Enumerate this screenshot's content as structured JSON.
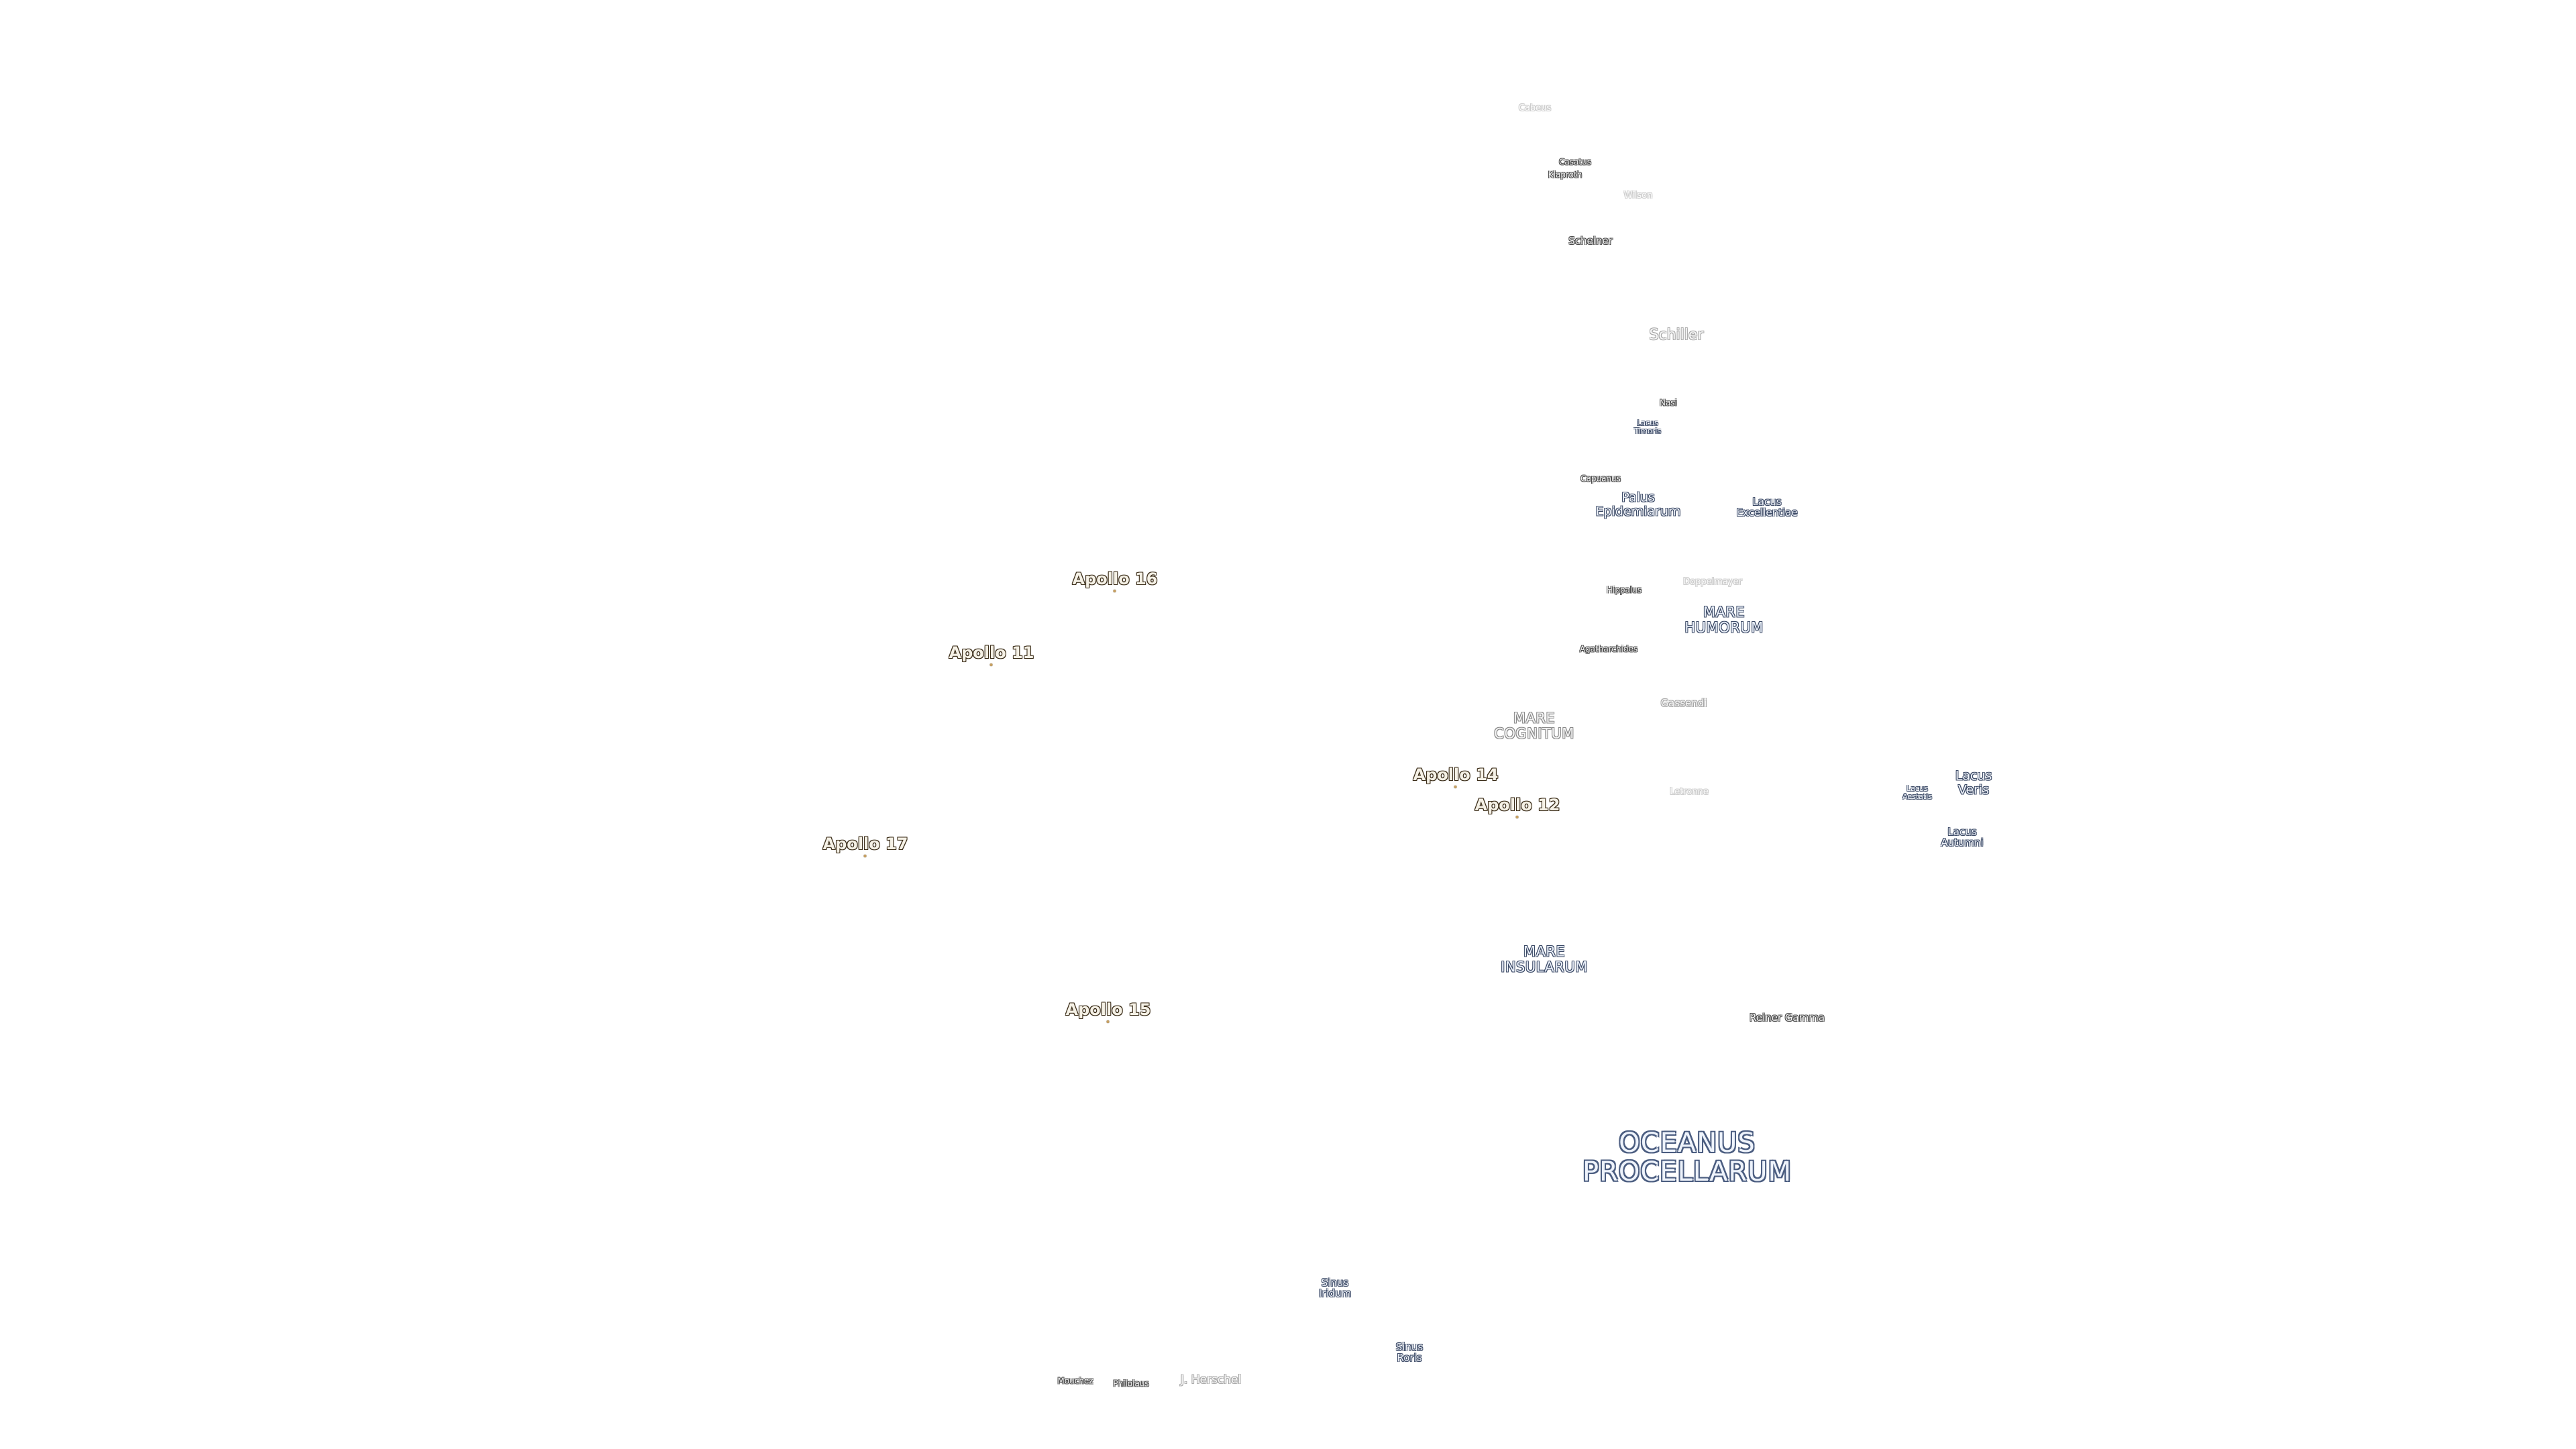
{
  "map": {
    "background": "#ffffff",
    "apollo_sites": [
      {
        "id": "apollo-16",
        "label": "Apollo 16"
      },
      {
        "id": "apollo-11",
        "label": "Apollo 11"
      },
      {
        "id": "apollo-14",
        "label": "Apollo 14"
      },
      {
        "id": "apollo-12",
        "label": "Apollo 12"
      },
      {
        "id": "apollo-17",
        "label": "Apollo 17"
      },
      {
        "id": "apollo-15",
        "label": "Apollo 15"
      }
    ],
    "maria": {
      "mare_humorum": "MARE\nHUMORUM",
      "mare_cognitum": "MARE\nCOGNITUM",
      "mare_insularum": "MARE\nINSULARUM",
      "oceanus_procellarum": "OCEANUS\nPROCELLARUM"
    },
    "lakes_bays": {
      "palus_epidemiarum": "Palus\nEpidemiarum",
      "lacus_excellentiae": "Lacus\nExcellentiae",
      "lacus_veris": "Lacus\nVeris",
      "lacus_autumni": "Lacus\nAutumni",
      "lacus_aestatis": "Lacus\nAestatis",
      "lacus_timoris": "Lacus\nTimoris",
      "sinus_iridum": "Sinus\nIridum",
      "sinus_roris": "Sinus\nRoris"
    },
    "craters": {
      "cabeus": "Cabeus",
      "casatus": "Casatus",
      "klaproth": "Klaproth",
      "wilson": "Wilson",
      "scheiner": "Scheiner",
      "schiller": "Schiller",
      "nasi": "Nasi",
      "capuanus": "Capuanus",
      "hippalus": "Hippalus",
      "doppelmayer": "Doppelmayer",
      "agatharchides": "Agatharchides",
      "gassendi": "Gassendi",
      "letronne": "Letronne",
      "reiner_gamma": "Reiner Gamma",
      "mouchez": "Mouchez",
      "philolaus": "Philolaus",
      "j_herschel": "J. Herschel"
    }
  }
}
